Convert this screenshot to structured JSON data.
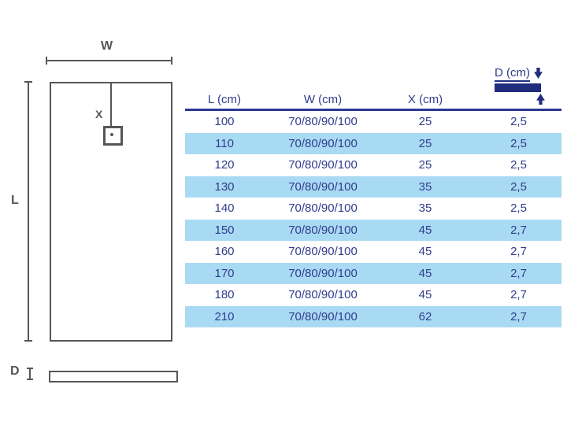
{
  "colors": {
    "navy_text": "#313c8d",
    "navy_dark": "#202e7d",
    "header_rule": "#2b3790",
    "row_highlight": "#a9daf3",
    "diagram_grey": "#55565a"
  },
  "diagram": {
    "width_label": "W",
    "length_label": "L",
    "drain_offset_label": "X",
    "depth_label": "D"
  },
  "table": {
    "headers": [
      "L (cm)",
      "W (cm)",
      "X (cm)",
      "D (cm)"
    ],
    "rows": [
      [
        "100",
        "70/80/90/100",
        "25",
        "2,5"
      ],
      [
        "110",
        "70/80/90/100",
        "25",
        "2,5"
      ],
      [
        "120",
        "70/80/90/100",
        "25",
        "2,5"
      ],
      [
        "130",
        "70/80/90/100",
        "35",
        "2,5"
      ],
      [
        "140",
        "70/80/90/100",
        "35",
        "2,5"
      ],
      [
        "150",
        "70/80/90/100",
        "45",
        "2,7"
      ],
      [
        "160",
        "70/80/90/100",
        "45",
        "2,7"
      ],
      [
        "170",
        "70/80/90/100",
        "45",
        "2,7"
      ],
      [
        "180",
        "70/80/90/100",
        "45",
        "2,7"
      ],
      [
        "210",
        "70/80/90/100",
        "62",
        "2,7"
      ]
    ]
  }
}
